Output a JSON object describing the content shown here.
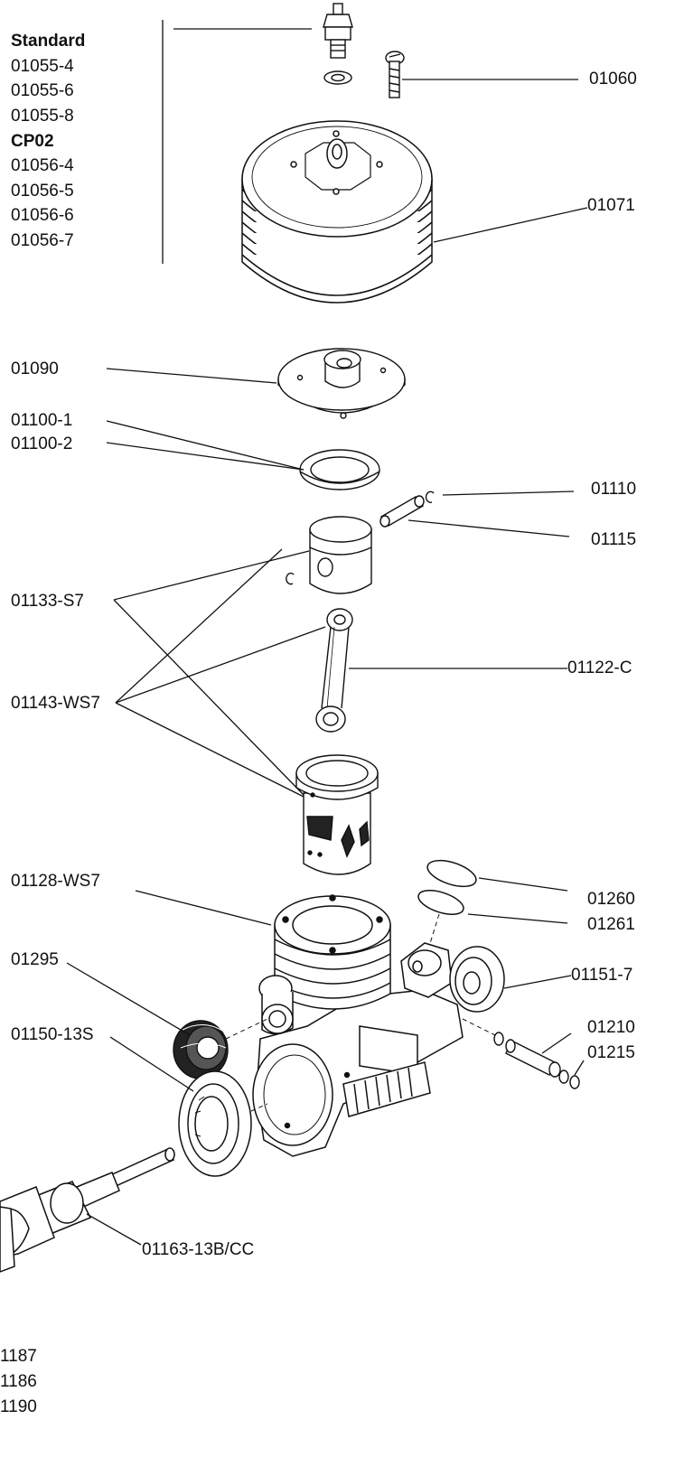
{
  "glow_plug_options": {
    "standard_heading": "Standard",
    "standard_parts": [
      "01055-4",
      "01055-6",
      "01055-8"
    ],
    "cp02_heading": "CP02",
    "cp02_parts": [
      "01056-4",
      "01056-5",
      "01056-6",
      "01056-7"
    ]
  },
  "parts": {
    "screw": "01060",
    "cylinder_head": "01071",
    "head_button": "01090",
    "gasket_1": "01100-1",
    "gasket_2": "01100-2",
    "pin_clip": "01110",
    "wrist_pin": "01115",
    "piston_set": "01133-S7",
    "conrod": "01122-C",
    "piston_liner_set": "01143-WS7",
    "crankcase": "01128-WS7",
    "oring_1": "01260",
    "oring_2": "01261",
    "plug": "01295",
    "rear_bearing": "01151-7",
    "carb_pin": "01210",
    "carb_oring": "01215",
    "front_bearing": "01150-13S",
    "crankshaft": "01163-13B/CC",
    "bottom_1": "1187",
    "bottom_2": "1186",
    "bottom_3": "1190"
  }
}
